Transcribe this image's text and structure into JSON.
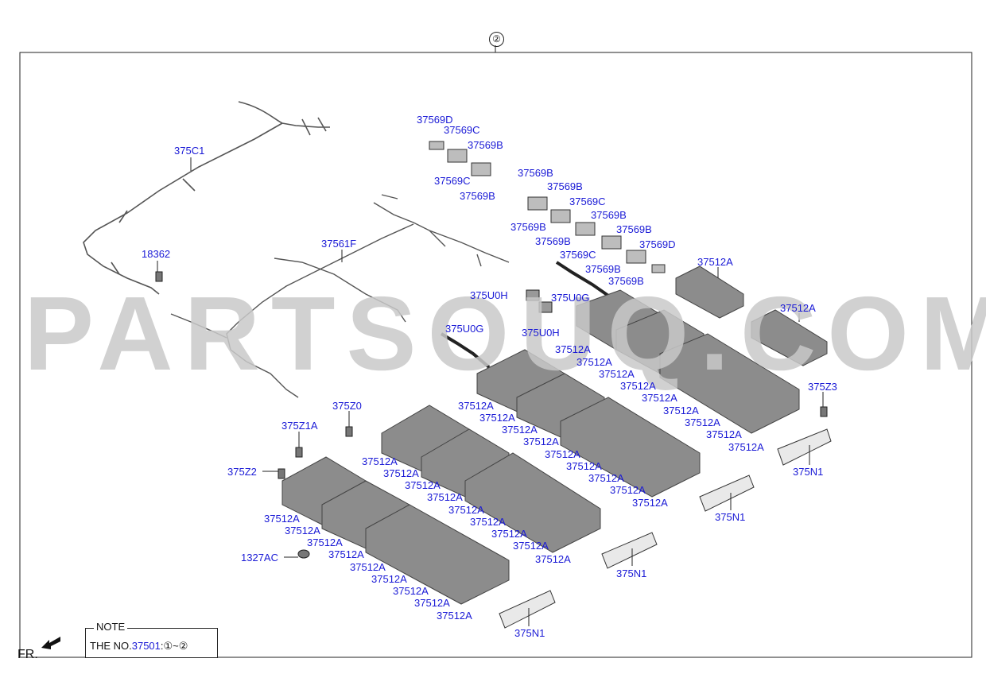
{
  "diagram": {
    "ref_circle": "②",
    "watermark": "PARTSOUQ.COM",
    "note": {
      "title": "NOTE",
      "prefix": "THE NO.",
      "number": "37501",
      "suffix": ":①~②"
    },
    "fr_label": "FR.",
    "labels": [
      {
        "id": "375C1",
        "text": "375C1"
      },
      {
        "id": "18362",
        "text": "18362"
      },
      {
        "id": "37561F",
        "text": "37561F"
      },
      {
        "id": "37569D_a",
        "text": "37569D"
      },
      {
        "id": "37569C_a",
        "text": "37569C"
      },
      {
        "id": "37569B_a",
        "text": "37569B"
      },
      {
        "id": "37569C_b",
        "text": "37569C"
      },
      {
        "id": "37569B_b",
        "text": "37569B"
      },
      {
        "id": "37569B_c",
        "text": "37569B"
      },
      {
        "id": "37569B_d",
        "text": "37569B"
      },
      {
        "id": "37569C_c",
        "text": "37569C"
      },
      {
        "id": "37569B_e",
        "text": "37569B"
      },
      {
        "id": "37569B_f",
        "text": "37569B"
      },
      {
        "id": "37569B_g",
        "text": "37569B"
      },
      {
        "id": "37569D_b",
        "text": "37569D"
      },
      {
        "id": "37569B_h",
        "text": "37569B"
      },
      {
        "id": "37569C_d",
        "text": "37569C"
      },
      {
        "id": "37569B_i",
        "text": "37569B"
      },
      {
        "id": "37569B_j",
        "text": "37569B"
      },
      {
        "id": "375U0H_a",
        "text": "375U0H"
      },
      {
        "id": "375U0G_a",
        "text": "375U0G"
      },
      {
        "id": "375U0G_b",
        "text": "375U0G"
      },
      {
        "id": "375U0H_b",
        "text": "375U0H"
      },
      {
        "id": "37512A_top1",
        "text": "37512A"
      },
      {
        "id": "37512A_top2",
        "text": "37512A"
      },
      {
        "id": "375Z3",
        "text": "375Z3"
      },
      {
        "id": "375Z0",
        "text": "375Z0"
      },
      {
        "id": "375Z1A",
        "text": "375Z1A"
      },
      {
        "id": "375Z2",
        "text": "375Z2"
      },
      {
        "id": "1327AC",
        "text": "1327AC"
      },
      {
        "id": "375N1_a",
        "text": "375N1"
      },
      {
        "id": "375N1_b",
        "text": "375N1"
      },
      {
        "id": "375N1_c",
        "text": "375N1"
      },
      {
        "id": "375N1_d",
        "text": "375N1"
      },
      {
        "id": "37512A_g1a",
        "text": "37512A"
      },
      {
        "id": "37512A_g1b",
        "text": "37512A"
      },
      {
        "id": "37512A_g1c",
        "text": "37512A"
      },
      {
        "id": "37512A_g1d",
        "text": "37512A"
      },
      {
        "id": "37512A_g1e",
        "text": "37512A"
      },
      {
        "id": "37512A_g1f",
        "text": "37512A"
      },
      {
        "id": "37512A_g1g",
        "text": "37512A"
      },
      {
        "id": "37512A_g1h",
        "text": "37512A"
      },
      {
        "id": "37512A_g1i",
        "text": "37512A"
      },
      {
        "id": "37512A_g2a",
        "text": "37512A"
      },
      {
        "id": "37512A_g2b",
        "text": "37512A"
      },
      {
        "id": "37512A_g2c",
        "text": "37512A"
      },
      {
        "id": "37512A_g2d",
        "text": "37512A"
      },
      {
        "id": "37512A_g2e",
        "text": "37512A"
      },
      {
        "id": "37512A_g2f",
        "text": "37512A"
      },
      {
        "id": "37512A_g2g",
        "text": "37512A"
      },
      {
        "id": "37512A_g2h",
        "text": "37512A"
      },
      {
        "id": "37512A_g2i",
        "text": "37512A"
      },
      {
        "id": "37512A_g3a",
        "text": "37512A"
      },
      {
        "id": "37512A_g3b",
        "text": "37512A"
      },
      {
        "id": "37512A_g3c",
        "text": "37512A"
      },
      {
        "id": "37512A_g3d",
        "text": "37512A"
      },
      {
        "id": "37512A_g3e",
        "text": "37512A"
      },
      {
        "id": "37512A_g3f",
        "text": "37512A"
      },
      {
        "id": "37512A_g3g",
        "text": "37512A"
      },
      {
        "id": "37512A_g3h",
        "text": "37512A"
      },
      {
        "id": "37512A_g3i",
        "text": "37512A"
      },
      {
        "id": "37512A_g4a",
        "text": "37512A"
      },
      {
        "id": "37512A_g4b",
        "text": "37512A"
      },
      {
        "id": "37512A_g4c",
        "text": "37512A"
      },
      {
        "id": "37512A_g4d",
        "text": "37512A"
      },
      {
        "id": "37512A_g4e",
        "text": "37512A"
      },
      {
        "id": "37512A_g4f",
        "text": "37512A"
      },
      {
        "id": "37512A_g4g",
        "text": "37512A"
      },
      {
        "id": "37512A_g4h",
        "text": "37512A"
      },
      {
        "id": "37512A_g4i",
        "text": "37512A"
      }
    ]
  }
}
